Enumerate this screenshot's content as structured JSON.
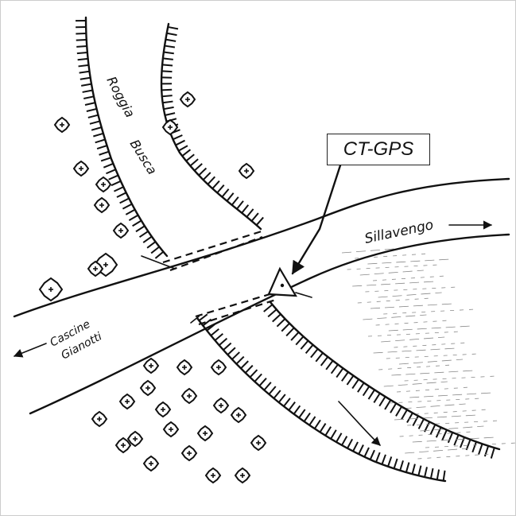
{
  "labels": {
    "canal_word1": "Roggia",
    "canal_word2": "Busca",
    "road_east": "Sillavengo",
    "road_west_line1": "Cascine",
    "road_west_line2": "Gianotti",
    "station": "CT-GPS"
  },
  "colors": {
    "ink": "#111111",
    "paper": "#ffffff"
  },
  "symbols": {
    "tree": "tree-icon",
    "station": "triangle-marker-icon",
    "flow": "flow-arrow-icon"
  }
}
